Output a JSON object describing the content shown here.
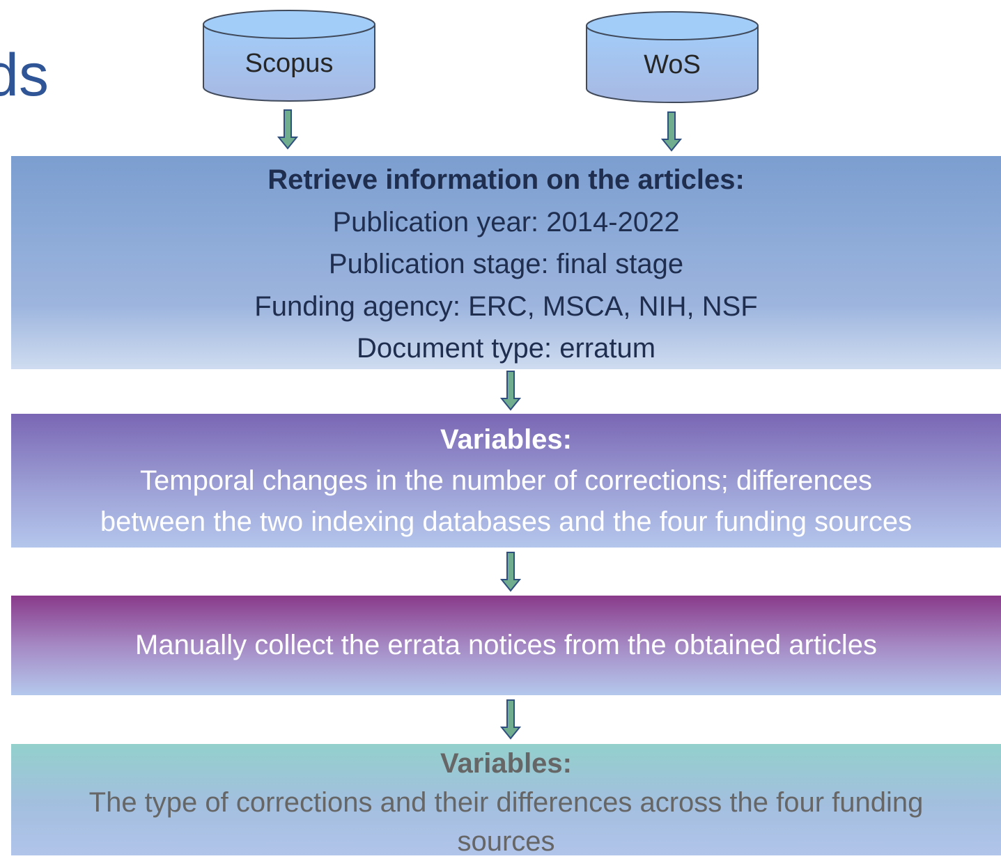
{
  "slide": {
    "title_fragment": "ds"
  },
  "databases": [
    {
      "label": "Scopus"
    },
    {
      "label": "WoS"
    }
  ],
  "steps": {
    "retrieve": {
      "heading": "Retrieve information on the articles:",
      "lines": [
        "Publication year: 2014-2022",
        "Publication stage: final stage",
        "Funding agency: ERC, MSCA, NIH, NSF",
        "Document type: erratum"
      ]
    },
    "variables_1": {
      "heading": "Variables:",
      "lines": [
        "Temporal changes in the number of corrections; differences",
        "between the two indexing databases and the four funding sources"
      ]
    },
    "manual": {
      "text": "Manually collect the errata notices from the obtained articles"
    },
    "variables_2": {
      "heading": "Variables:",
      "lines": [
        "The type of corrections and their differences across the four funding",
        "sources"
      ]
    }
  },
  "colors": {
    "arrow_fill": "#70ad8e",
    "arrow_stroke": "#2f4f7f",
    "cylinder_fill_top": "#9dc3f5",
    "cylinder_fill_bottom": "#a9bde6",
    "title_color": "#2f5597"
  }
}
